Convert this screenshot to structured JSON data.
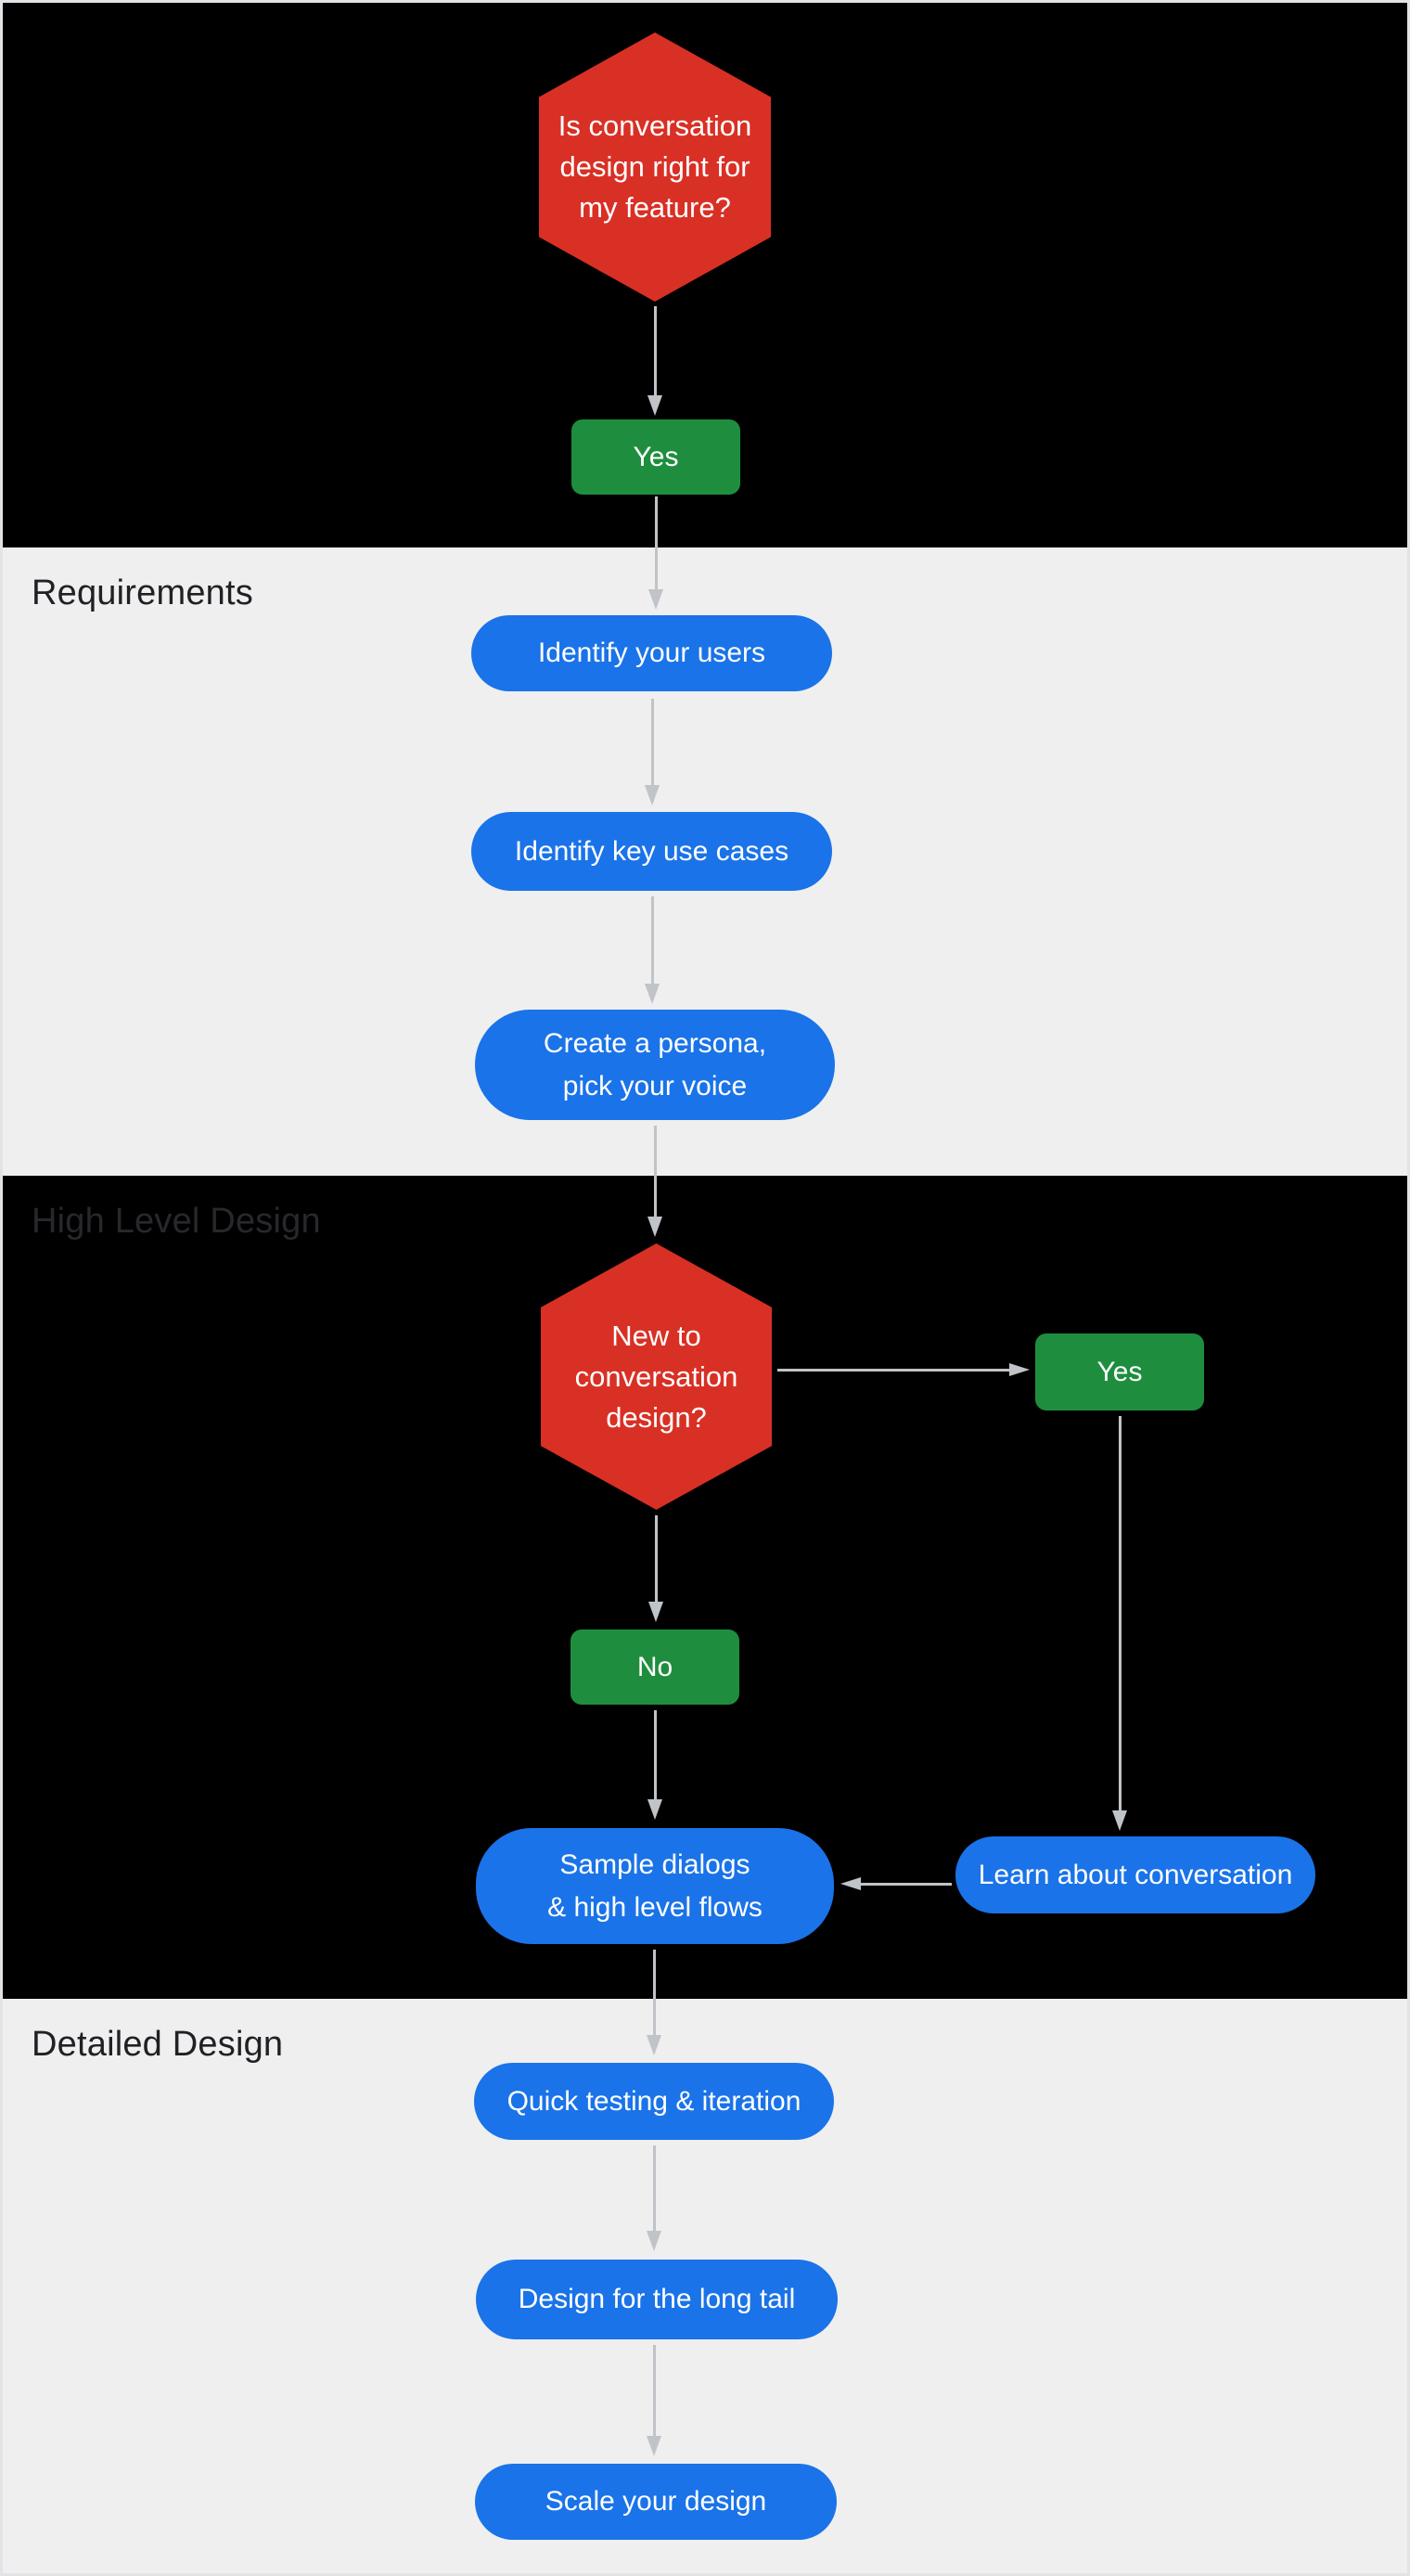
{
  "colors": {
    "canvas-black": "#000000",
    "band-gray": "#efeff0",
    "node-blue": "#1a73e8",
    "node-green": "#1e8e3e",
    "node-red": "#d93025",
    "node-text": "#ffffff",
    "arrow-gray": "#c0c3c7",
    "label-dark": "#202124",
    "label-on-black": "#26282c",
    "frame-border": "#e1e3e6"
  },
  "sections": {
    "requirements": {
      "label": "Requirements"
    },
    "high_level": {
      "label": "High Level Design"
    },
    "detailed": {
      "label": "Detailed Design"
    }
  },
  "nodes": {
    "decision_feature": {
      "lines": [
        "Is conversation",
        "design right for",
        "my feature?"
      ]
    },
    "yes_feature": {
      "label": "Yes"
    },
    "identify_users": {
      "label": "Identify your users"
    },
    "identify_use_cases": {
      "label": "Identify key use cases"
    },
    "create_persona": {
      "lines": [
        "Create a persona,",
        "pick your voice"
      ]
    },
    "decision_new": {
      "lines": [
        "New to",
        "conversation",
        "design?"
      ]
    },
    "yes_new": {
      "label": "Yes"
    },
    "no_new": {
      "label": "No"
    },
    "sample_dialogs": {
      "lines": [
        "Sample dialogs",
        "& high level flows"
      ]
    },
    "learn_conversation": {
      "label": "Learn about conversation"
    },
    "quick_testing": {
      "label": "Quick testing & iteration"
    },
    "long_tail": {
      "label": "Design for the long tail"
    },
    "scale_design": {
      "label": "Scale your design"
    }
  }
}
